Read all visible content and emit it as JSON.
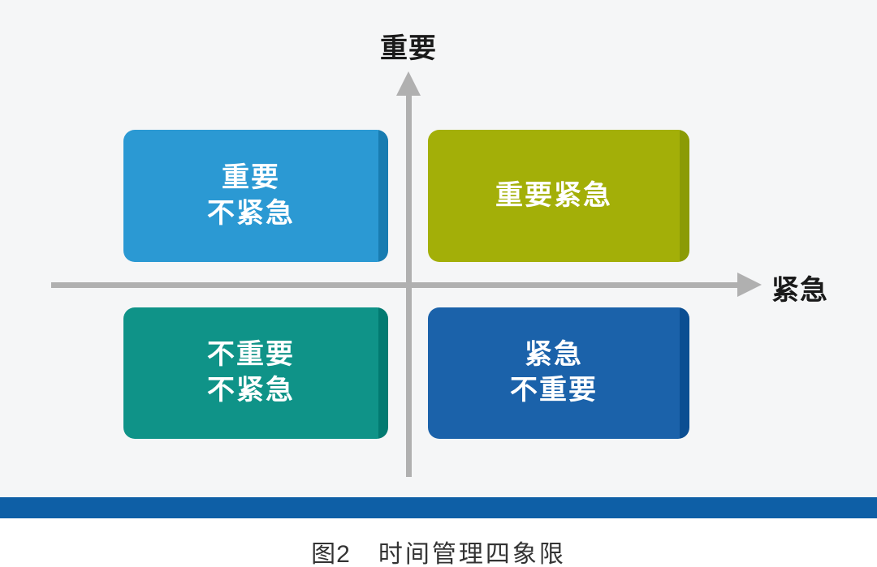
{
  "diagram": {
    "axes": {
      "y_label": "重要",
      "x_label": "紧急",
      "axis_color": "#b0b0b0"
    },
    "quadrants": {
      "top_left": {
        "lines": [
          "重要",
          "不紧急"
        ],
        "face": "#2b99d3",
        "edge": "#187cb1"
      },
      "top_right": {
        "lines": [
          "重要紧急"
        ],
        "face": "#a3af08",
        "edge": "#8b9b06"
      },
      "bottom_left": {
        "lines": [
          "不重要",
          "不紧急"
        ],
        "face": "#0f9388",
        "edge": "#027a71"
      },
      "bottom_right": {
        "lines": [
          "紧急",
          "不重要"
        ],
        "face": "#1b62aa",
        "edge": "#0b4e92"
      }
    },
    "footer_bar_color": "#0e5fa6",
    "caption": {
      "prefix": "图2",
      "title": "时间管理四象限"
    }
  }
}
